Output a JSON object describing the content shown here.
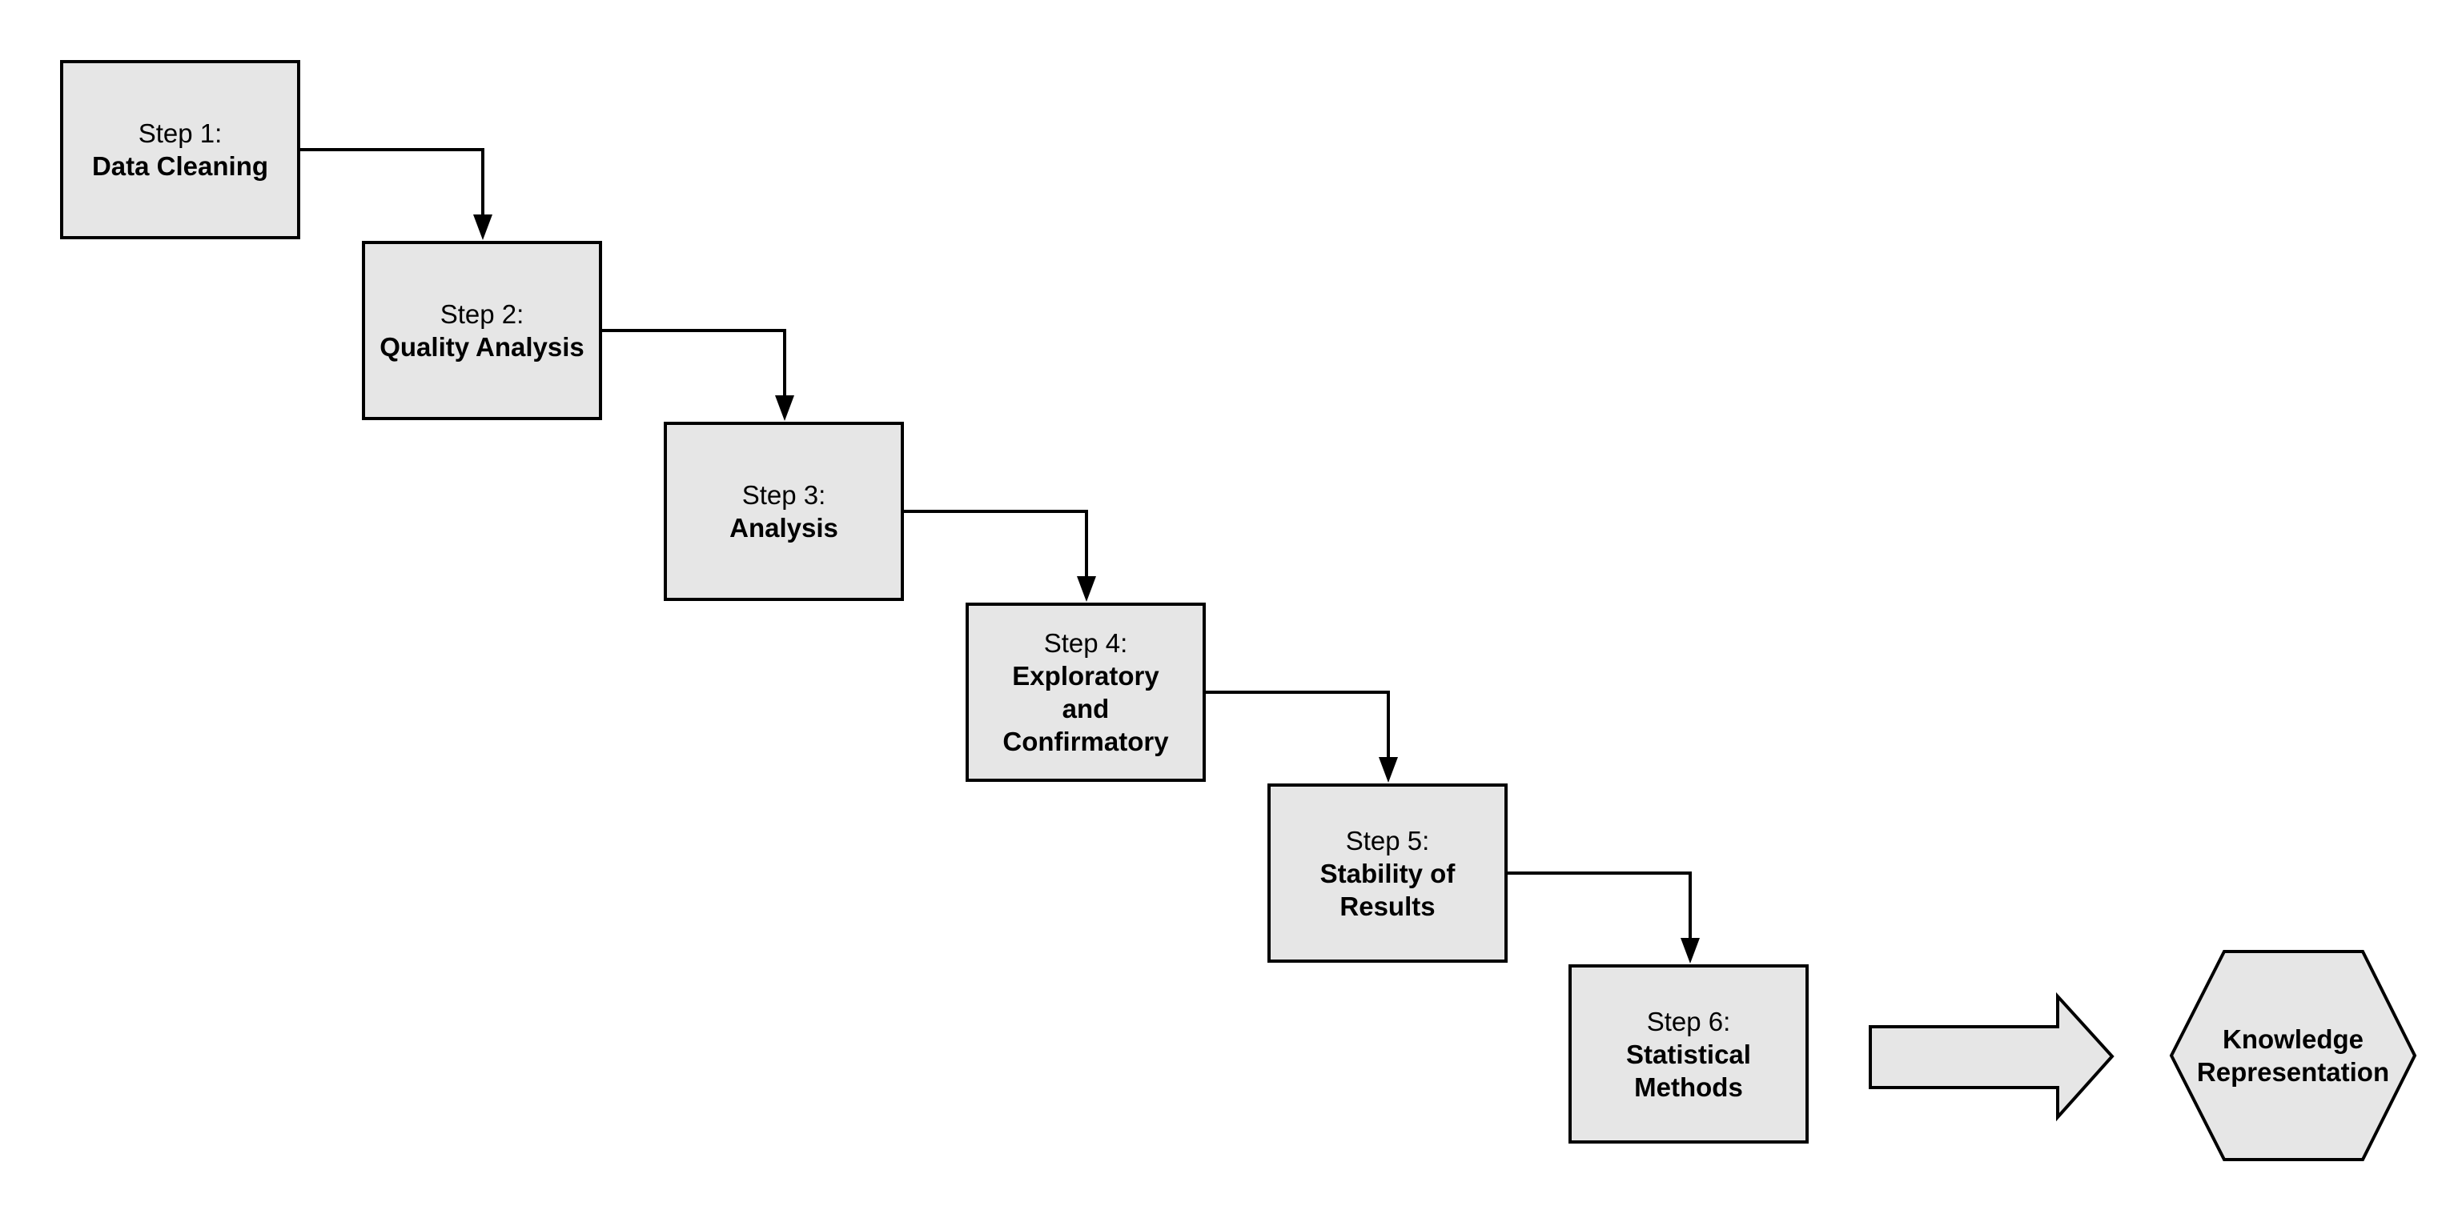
{
  "colors": {
    "box_fill": "#e6e6e6",
    "stroke": "#000000",
    "background": "#ffffff"
  },
  "steps": [
    {
      "number": "Step 1:",
      "title": "Data Cleaning"
    },
    {
      "number": "Step 2:",
      "title": "Quality Analysis"
    },
    {
      "number": "Step 3:",
      "title": "Analysis"
    },
    {
      "number": "Step 4:",
      "title": "Exploratory and Confirmatory"
    },
    {
      "number": "Step 5:",
      "title": "Stability of Results"
    },
    {
      "number": "Step 6:",
      "title": "Statistical Methods"
    }
  ],
  "result": {
    "label": "Knowledge Representation",
    "shape": "hexagon"
  },
  "transition_arrow": {
    "shape": "block-arrow-right"
  }
}
